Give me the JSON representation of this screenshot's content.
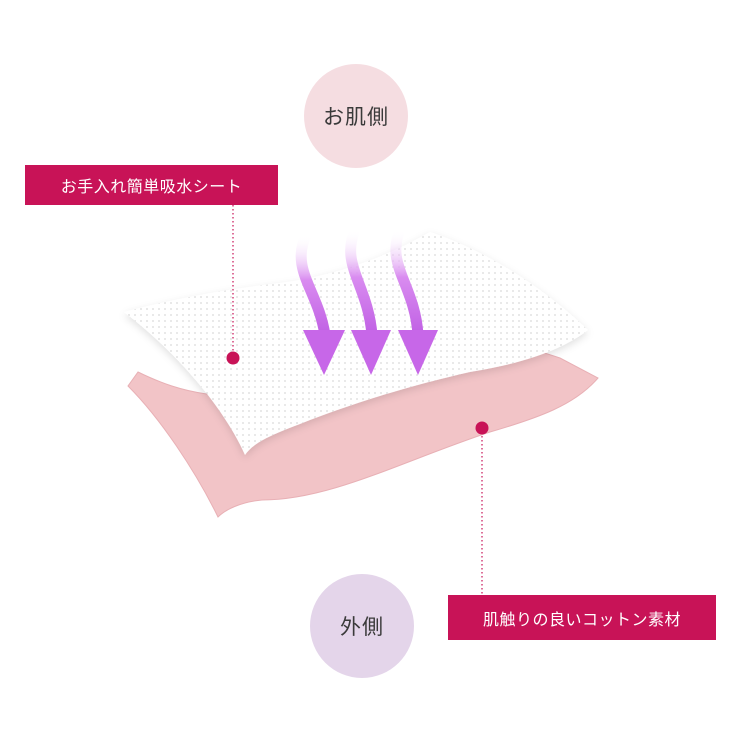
{
  "labels": {
    "skin_side": "お肌側",
    "outer_side": "外側",
    "top_layer_tag": "お手入れ簡単吸水シート",
    "bottom_layer_tag": "肌触りの良いコットン素材"
  },
  "colors": {
    "accent": "#c81357",
    "skin_circle": "#f5dde1",
    "outer_circle": "#e4d5ea",
    "pink_sheet": "#f2c4c7",
    "arrow": "#c767e8"
  }
}
